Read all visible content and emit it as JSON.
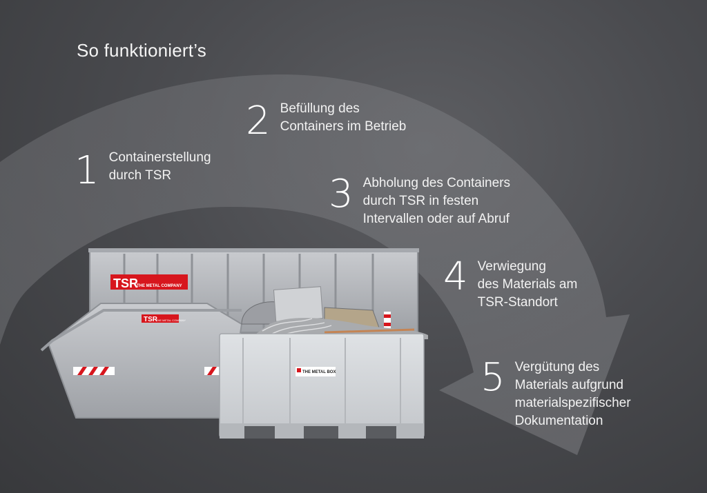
{
  "title": "So funktioniert’s",
  "steps": [
    {
      "number": "1",
      "lines": [
        "Containerstellung",
        "durch TSR"
      ]
    },
    {
      "number": "2",
      "lines": [
        "Befüllung des",
        "Containers im Betrieb"
      ]
    },
    {
      "number": "3",
      "lines": [
        "Abholung des Containers",
        "durch TSR in festen",
        "Intervallen oder auf Abruf"
      ]
    },
    {
      "number": "4",
      "lines": [
        "Verwiegung",
        "des Materials am",
        "TSR-Standort"
      ]
    },
    {
      "number": "5",
      "lines": [
        "Vergütung des",
        "Materials aufgrund",
        "materialspezifischer",
        "Dokumentation"
      ]
    }
  ],
  "containers": {
    "roll_off_label": "TSR",
    "roll_off_sub": "THE METAL COMPANY",
    "skip_label": "TSR",
    "skip_sub": "THE METAL COMPANY",
    "box_label": "THE METAL BOX"
  },
  "colors": {
    "background": "#45464a",
    "arc": "#6d6e72",
    "brand_red": "#d7161d",
    "container_grey": "#b9bcc0",
    "box_grey": "#d5d8dc"
  }
}
